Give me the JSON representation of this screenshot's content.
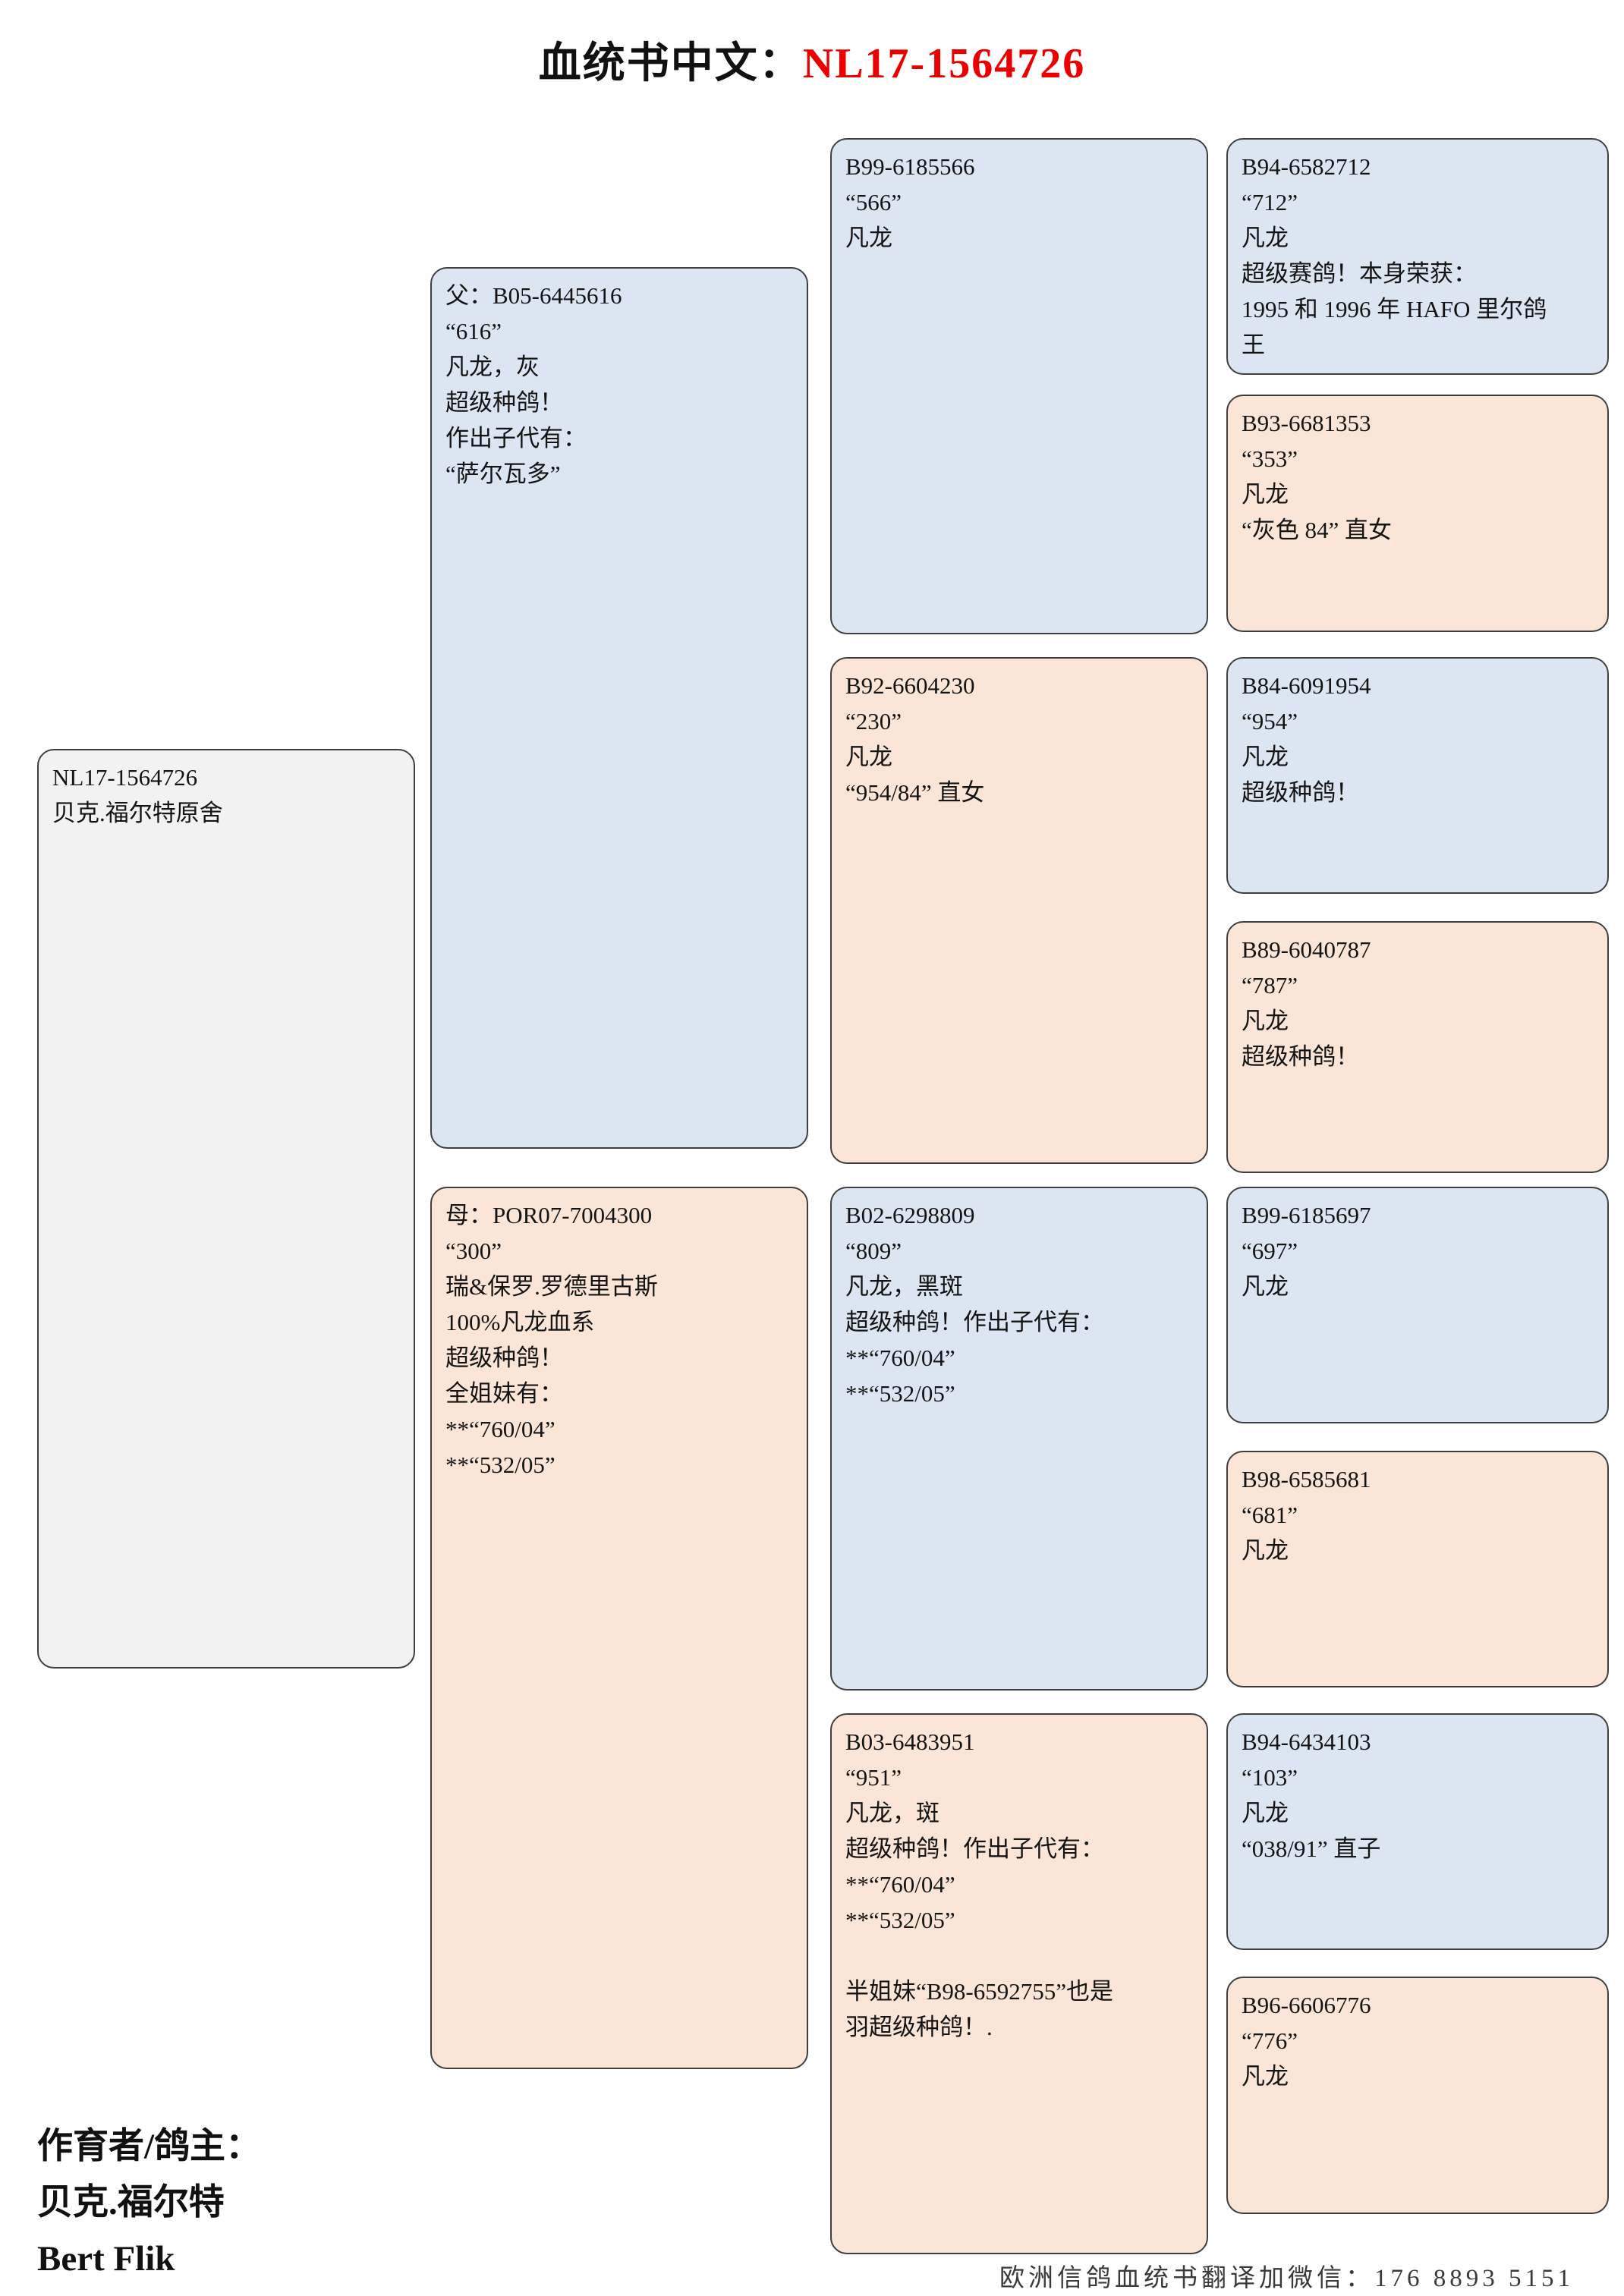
{
  "title": {
    "prefix": "血统书中文：",
    "pigeon_id": "NL17-1564726"
  },
  "pedigree": {
    "subject": {
      "lines": [
        "NL17-1564726",
        "贝克.福尔特原舍"
      ]
    },
    "father": {
      "lines": [
        "父：B05-6445616",
        "“616”",
        "凡龙，灰",
        "超级种鸽！",
        "作出子代有：",
        "“萨尔瓦多”"
      ]
    },
    "mother": {
      "lines": [
        "母：POR07-7004300",
        "“300”",
        "瑞&保罗.罗德里古斯",
        "100%凡龙血系",
        "超级种鸽！",
        "全姐妹有：",
        "**“760/04”",
        "**“532/05”"
      ]
    },
    "grandparents": [
      {
        "lines": [
          "B99-6185566",
          "“566”",
          "凡龙"
        ]
      },
      {
        "lines": [
          "B92-6604230",
          "“230”",
          "凡龙",
          "“954/84” 直女"
        ]
      },
      {
        "lines": [
          "B02-6298809",
          "“809”",
          "凡龙，黑斑",
          "超级种鸽！作出子代有：",
          "**“760/04”",
          "**“532/05”"
        ]
      },
      {
        "lines": [
          "B03-6483951",
          "“951”",
          "凡龙，斑",
          "超级种鸽！作出子代有：",
          "**“760/04”",
          "**“532/05”",
          "",
          "半姐妹“B98-6592755”也是",
          "羽超级种鸽！."
        ]
      }
    ],
    "great_grandparents": [
      {
        "lines": [
          "B94-6582712",
          "“712”",
          "凡龙",
          "超级赛鸽！本身荣获：",
          "1995 和 1996 年 HAFO 里尔鸽",
          "王"
        ]
      },
      {
        "lines": [
          "B93-6681353",
          "“353”",
          "凡龙",
          "“灰色 84” 直女"
        ]
      },
      {
        "lines": [
          "B84-6091954",
          "“954”",
          "凡龙",
          "超级种鸽！"
        ]
      },
      {
        "lines": [
          "B89-6040787",
          "“787”",
          "凡龙",
          "超级种鸽！"
        ]
      },
      {
        "lines": [
          "B99-6185697",
          "“697”",
          "凡龙"
        ]
      },
      {
        "lines": [
          "B98-6585681",
          "“681”",
          "凡龙"
        ]
      },
      {
        "lines": [
          "B94-6434103",
          "“103”",
          "凡龙",
          "“038/91” 直子"
        ]
      },
      {
        "lines": [
          "B96-6606776",
          "“776”",
          "凡龙"
        ]
      }
    ]
  },
  "footer": {
    "breeder_label": "作育者/鸽主：",
    "breeder_name_cn": "贝克.福尔特",
    "breeder_name_en": "Bert Flik",
    "contact_note": "欧洲信鸽血统书翻译加微信：176 8893 5151"
  },
  "colors": {
    "male_box": "#dce6f2",
    "female_box": "#fbe5d6",
    "subject_box": "#f2f2f2",
    "title_accent": "#ea0000",
    "box_border": "#3f3f3f"
  }
}
